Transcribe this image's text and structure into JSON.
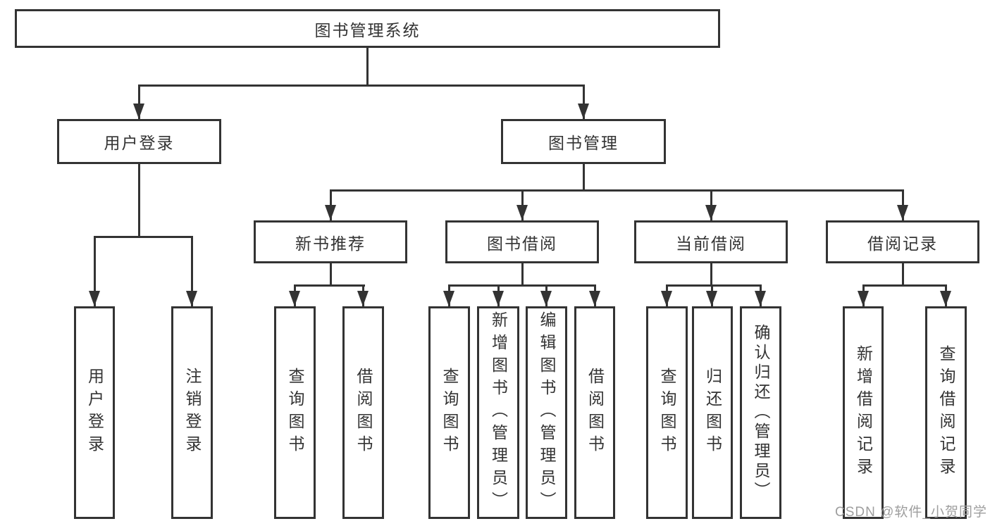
{
  "tree": {
    "root": {
      "label": "图书管理系统"
    },
    "level2": [
      {
        "label": "用户登录"
      },
      {
        "label": "图书管理"
      }
    ],
    "level3": [
      {
        "label": "新书推荐"
      },
      {
        "label": "图书借阅"
      },
      {
        "label": "当前借阅"
      },
      {
        "label": "借阅记录"
      }
    ],
    "leaves": {
      "user_login": [
        {
          "label": "用户登录"
        },
        {
          "label": "注销登录"
        }
      ],
      "new_book_recommend": [
        {
          "label": "查询图书"
        },
        {
          "label": "借阅图书"
        }
      ],
      "book_borrow": [
        {
          "label": "查询图书"
        },
        {
          "label": "新增图书（管理员）"
        },
        {
          "label": "编辑图书（管理员）"
        },
        {
          "label": "借阅图书"
        }
      ],
      "current_borrow": [
        {
          "label": "查询图书"
        },
        {
          "label": "归还图书"
        },
        {
          "label": "确认归还（管理员）"
        }
      ],
      "borrow_records": [
        {
          "label": "新增借阅记录"
        },
        {
          "label": "查询借阅记录"
        }
      ]
    }
  },
  "watermark": {
    "text": "CSDN @软件_小贺同学"
  },
  "colors": {
    "line": "#333333",
    "border": "#333333",
    "text": "#333333",
    "watermark": "#9e9e9e",
    "background": "#ffffff"
  }
}
